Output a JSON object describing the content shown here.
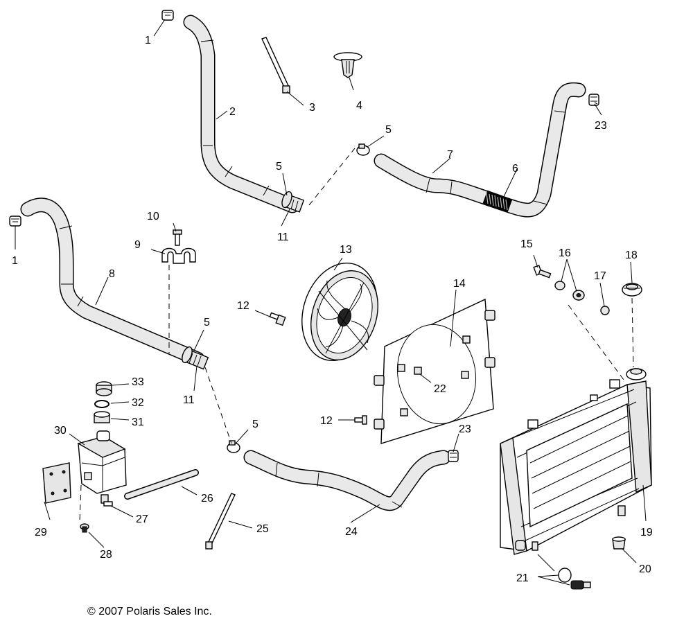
{
  "copyright": "© 2007 Polaris Sales Inc.",
  "callouts": {
    "c1a": "1",
    "c1b": "1",
    "c2": "2",
    "c3": "3",
    "c4": "4",
    "c5a": "5",
    "c5b": "5",
    "c5c": "5",
    "c5d": "5",
    "c6": "6",
    "c7": "7",
    "c8": "8",
    "c9": "9",
    "c10": "10",
    "c11a": "11",
    "c11b": "11",
    "c12a": "12",
    "c12b": "12",
    "c13": "13",
    "c14": "14",
    "c15": "15",
    "c16": "16",
    "c17": "17",
    "c18": "18",
    "c19": "19",
    "c20": "20",
    "c21": "21",
    "c22": "22",
    "c23a": "23",
    "c23b": "23",
    "c24": "24",
    "c25": "25",
    "c26": "26",
    "c27": "27",
    "c28": "28",
    "c29": "29",
    "c30": "30",
    "c31": "31",
    "c32": "32",
    "c33": "33"
  },
  "colors": {
    "line": "#000000",
    "fill": "#e6e6e6",
    "background": "#ffffff"
  }
}
